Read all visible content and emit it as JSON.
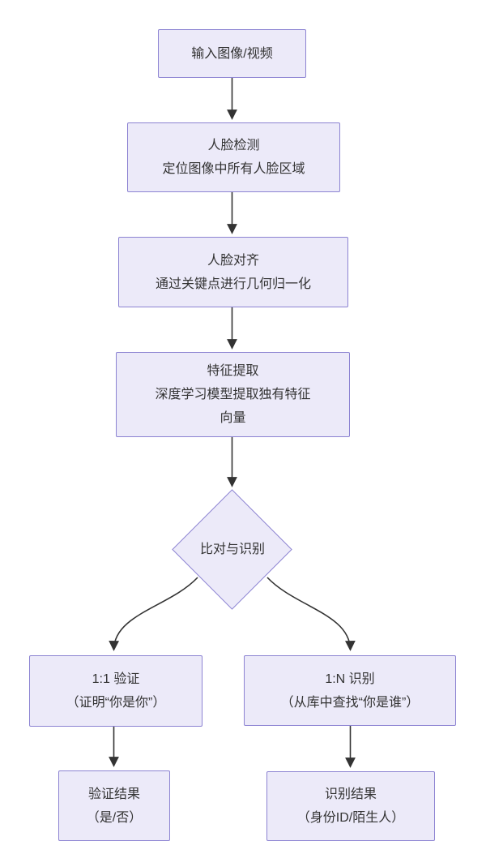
{
  "diagram_type": "flowchart",
  "colors": {
    "node_fill": "#eceaf9",
    "node_border": "#8c83d2",
    "text": "#333333",
    "arrow": "#333333",
    "background": "#ffffff"
  },
  "nodes": {
    "input": {
      "label": "输入图像/视频"
    },
    "detect": {
      "lines": [
        "人脸检测",
        "定位图像中所有人脸区域"
      ]
    },
    "align": {
      "lines": [
        "人脸对齐",
        "通过关键点进行几何归一化"
      ]
    },
    "feature": {
      "lines": [
        "特征提取",
        "深度学习模型提取独有特征",
        "向量"
      ]
    },
    "decision": {
      "label": "比对与识别"
    },
    "verify": {
      "lines": [
        "1:1 验证",
        "（证明“你是你”）"
      ]
    },
    "identify": {
      "lines": [
        "1:N 识别",
        "（从库中查找“你是谁”）"
      ]
    },
    "verify_result": {
      "lines": [
        "验证结果",
        "（是/否）"
      ]
    },
    "identify_result": {
      "lines": [
        "识别结果",
        "（身份ID/陌生人）"
      ]
    }
  },
  "edges": [
    {
      "from": "input",
      "to": "detect"
    },
    {
      "from": "detect",
      "to": "align"
    },
    {
      "from": "align",
      "to": "feature"
    },
    {
      "from": "feature",
      "to": "decision"
    },
    {
      "from": "decision",
      "to": "verify"
    },
    {
      "from": "decision",
      "to": "identify"
    },
    {
      "from": "verify",
      "to": "verify_result"
    },
    {
      "from": "identify",
      "to": "identify_result"
    }
  ]
}
